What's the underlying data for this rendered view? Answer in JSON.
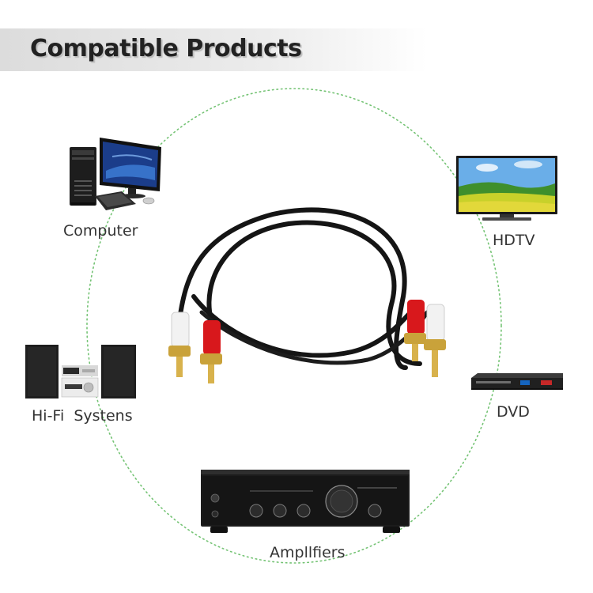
{
  "banner": {
    "title": "Compatible Products"
  },
  "devices": {
    "computer": {
      "label": "Computer"
    },
    "hdtv": {
      "label": "HDTV"
    },
    "hifi": {
      "label": "Hi-Fi  Systens"
    },
    "dvd": {
      "label": "DVD"
    },
    "amplifier": {
      "label": "Ampllfiers"
    }
  },
  "colors": {
    "ring": "#5cb85c",
    "cable": "#151515",
    "plug_red": "#d8181c",
    "plug_white": "#f2f2f2",
    "gold": "#c9a23a"
  },
  "icons": [
    "computer-icon",
    "hdtv-icon",
    "hifi-system-icon",
    "dvd-player-icon",
    "amplifier-icon",
    "rca-cable-image"
  ]
}
